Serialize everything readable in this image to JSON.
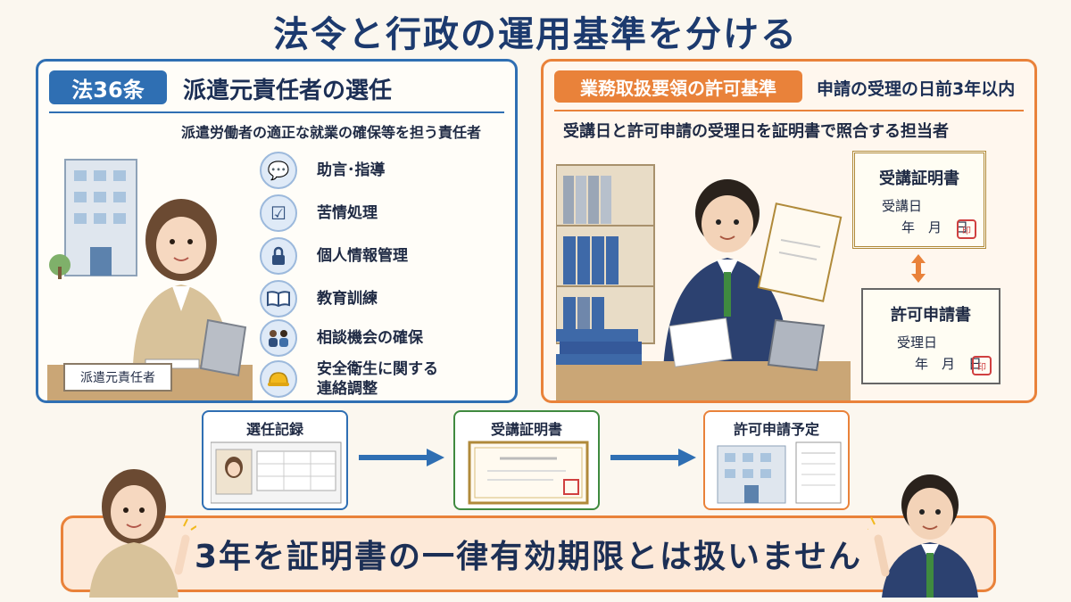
{
  "title": "法令と行政の運用基準を分ける",
  "left_panel": {
    "badge": "法36条",
    "heading": "派遣元責任者の選任",
    "subtitle": "派遣労働者の適正な就業の確保等を担う責任者",
    "duties": [
      {
        "label": "助言･指導",
        "icon": "consultation-icon"
      },
      {
        "label": "苦情処理",
        "icon": "clipboard-icon"
      },
      {
        "label": "個人情報管理",
        "icon": "lock-icon"
      },
      {
        "label": "教育訓練",
        "icon": "book-icon"
      },
      {
        "label": "相談機会の確保",
        "icon": "meeting-icon"
      },
      {
        "label": "安全衛生に関する",
        "label2": "連絡調整",
        "icon": "hardhat-icon"
      }
    ],
    "nameplate": "派遣元責任者"
  },
  "right_panel": {
    "badge": "業務取扱要領の許可基準",
    "heading": "申請の受理の日前3年以内",
    "subtitle": "受講日と許可申請の受理日を証明書で照合する担当者",
    "cert1": {
      "title": "受講証明書",
      "line1": "受講日",
      "line2": "年　月　日"
    },
    "cert2": {
      "title": "許可申請書",
      "line1": "受理日",
      "line2": "年　月　日"
    }
  },
  "flow": [
    {
      "label": "選任記録"
    },
    {
      "label": "受講証明書"
    },
    {
      "label": "許可申請予定"
    }
  ],
  "banner": "3年を証明書の一律有効期限とは扱いません",
  "colors": {
    "blue": "#2f6fb3",
    "orange": "#e9823a",
    "green": "#3f8a3f",
    "navy": "#1c3a6e"
  }
}
